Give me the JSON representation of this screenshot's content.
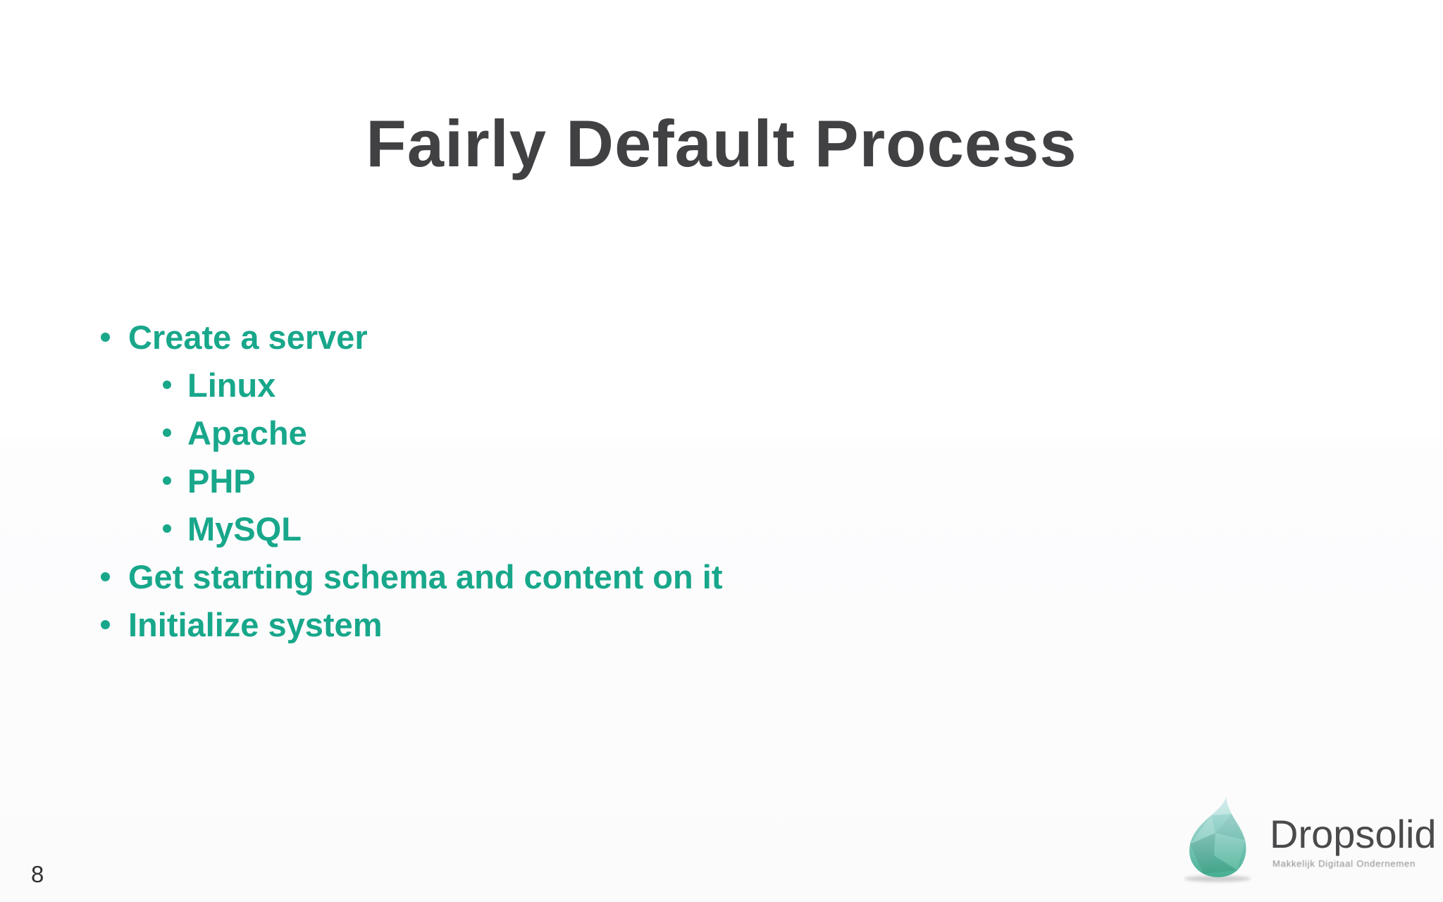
{
  "slide": {
    "title": "Fairly Default Process",
    "page_number": "8",
    "bullets": [
      {
        "label": "Create a server",
        "children": [
          "Linux",
          "Apache",
          "PHP",
          "MySQL"
        ]
      },
      {
        "label": "Get starting schema and content on it",
        "children": []
      },
      {
        "label": "Initialize system",
        "children": []
      }
    ],
    "logo": {
      "brand": "Dropsolid",
      "tagline": "Makkelijk Digitaal Ondernemen"
    },
    "colors": {
      "accent_teal": "#18a78b",
      "title_gray": "#414144",
      "brand_gray": "#4a4a4c",
      "drop_top": "#c6e7ea",
      "drop_bottom": "#3aa98a"
    }
  }
}
